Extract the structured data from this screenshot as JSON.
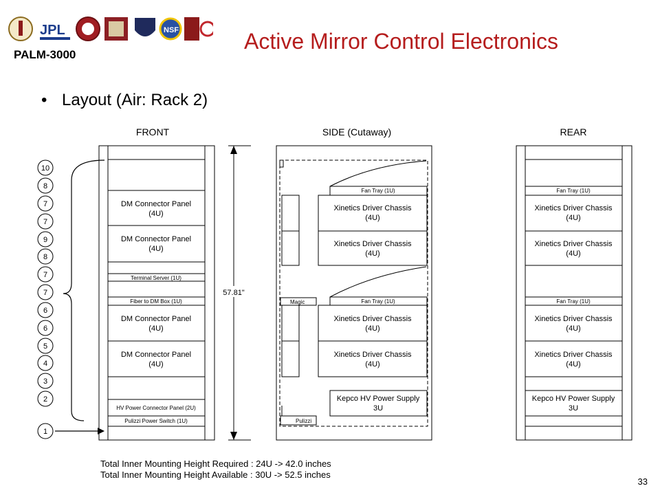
{
  "header": {
    "logos": [
      "jpl-logo",
      "caltech-seal",
      "logo-3",
      "logo-4",
      "nsf-logo",
      "amnh-logo",
      "logo-7"
    ],
    "logo_text_jpl": "JPL",
    "logo_text_nsf": "NSF",
    "project": "PALM-3000",
    "title": "Active Mirror Control Electronics"
  },
  "bullet": "Layout (Air: Rack 2)",
  "diagram": {
    "front_label": "FRONT",
    "side_label": "SIDE (Cutaway)",
    "rear_label": "REAR",
    "height_label": "57.81\"",
    "circles": [
      "10",
      "8",
      "7",
      "7",
      "9",
      "8",
      "7",
      "7",
      "6",
      "6",
      "5",
      "4",
      "3",
      "2",
      "1"
    ],
    "front": {
      "dm1": [
        "DM Connector Panel",
        "(4U)"
      ],
      "dm2": [
        "DM Connector Panel",
        "(4U)"
      ],
      "terminal": "Terminal Server (1U)",
      "fiber": "Fiber to DM Box (1U)",
      "dm3": [
        "DM Connector Panel",
        "(4U)"
      ],
      "dm4": [
        "DM Connector Panel",
        "(4U)"
      ],
      "hv": "HV Power Connector Panel (2U)",
      "pulizzi": "Pulizzi Power Switch (1U)"
    },
    "side": {
      "fan1": "Fan Tray (1U)",
      "x1": [
        "Xinetics Driver Chassis",
        "(4U)"
      ],
      "x2": [
        "Xinetics Driver Chassis",
        "(4U)"
      ],
      "magic": "Magic",
      "fan2": "Fan Tray (1U)",
      "x3": [
        "Xinetics Driver Chassis",
        "(4U)"
      ],
      "x4": [
        "Xinetics Driver Chassis",
        "(4U)"
      ],
      "kepco": [
        "Kepco HV Power Supply",
        "3U"
      ],
      "pulizzi": "Pulizzi"
    },
    "rear": {
      "fan1": "Fan Tray (1U)",
      "x1": [
        "Xinetics Driver Chassis",
        "(4U)"
      ],
      "x2": [
        "Xinetics Driver Chassis",
        "(4U)"
      ],
      "fan2": "Fan Tray (1U)",
      "x3": [
        "Xinetics Driver Chassis",
        "(4U)"
      ],
      "x4": [
        "Xinetics Driver Chassis",
        "(4U)"
      ],
      "kepco": [
        "Kepco HV Power Supply",
        "3U"
      ]
    },
    "footer_required": "Total Inner Mounting Height Required : 24U -> 42.0 inches",
    "footer_available": "Total Inner Mounting Height Available : 30U -> 52.5 inches"
  },
  "page_number": "33"
}
